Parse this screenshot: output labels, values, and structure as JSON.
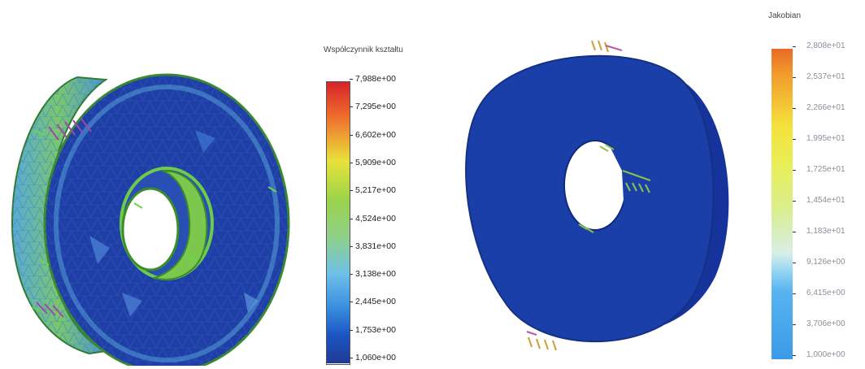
{
  "left_legend": {
    "title": "Współczynnik kształtu",
    "ticks": [
      "7,988e+00",
      "7,295e+00",
      "6,602e+00",
      "5,909e+00",
      "5,217e+00",
      "4,524e+00",
      "3,831e+00",
      "3,138e+00",
      "2,445e+00",
      "1,753e+00",
      "1,060e+00"
    ]
  },
  "right_legend": {
    "title": "Jakobian",
    "ticks": [
      "2,808e+01",
      "2,537e+01",
      "2,266e+01",
      "1,995e+01",
      "1,725e+01",
      "1,454e+01",
      "1,183e+01",
      "9,126e+00",
      "6,415e+00",
      "3,706e+00",
      "1,000e+00"
    ]
  },
  "colors": {
    "scale": [
      "#1f3a93",
      "#1a56c4",
      "#3a8fe0",
      "#6fc0e8",
      "#8fd18a",
      "#9bd34a",
      "#c9e03a",
      "#e8e23a",
      "#f5b335",
      "#ef6b2c",
      "#d8232a"
    ],
    "right_scale": [
      "#3b9ae8",
      "#58b4ef",
      "#8fd3f2",
      "#d8efe8",
      "#d9ee90",
      "#e9ef5a",
      "#f4e23c",
      "#f6c232",
      "#f29a2c",
      "#ea6a26"
    ],
    "model_blue": "#1a3fa8",
    "mesh_green": "#4bbf3a"
  }
}
